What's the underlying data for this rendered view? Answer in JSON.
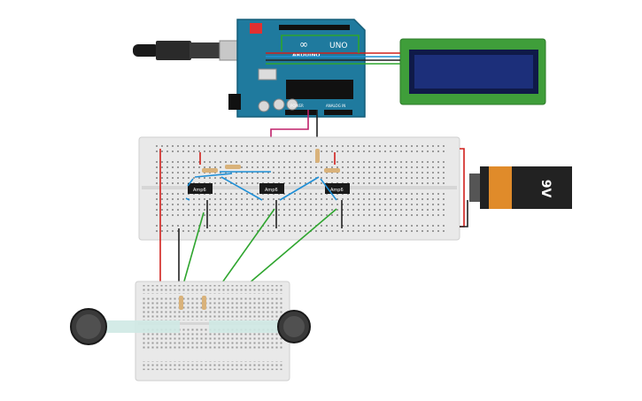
{
  "arduino": {
    "brand": "ARDUINO",
    "model": "UNO",
    "power_label": "POWER",
    "analog_label": "ANALOG IN",
    "logo": "∞"
  },
  "battery": {
    "voltage": "9V"
  },
  "chips": [
    {
      "label": "Amp6"
    },
    {
      "label": "Amp6"
    },
    {
      "label": "Amp6"
    }
  ],
  "colors": {
    "arduino": "#1f7a9e",
    "lcd_pcb": "#3f9e3a",
    "lcd_screen": "#1c2f7a",
    "battery_body": "#e08b2a",
    "battery_cap": "#222222",
    "wire_red": "#d0201c",
    "wire_black": "#222222",
    "wire_green": "#2ea52e",
    "wire_blue": "#1f8fd6",
    "wire_magenta": "#c0206a",
    "breadboard": "#e9e9e9"
  }
}
